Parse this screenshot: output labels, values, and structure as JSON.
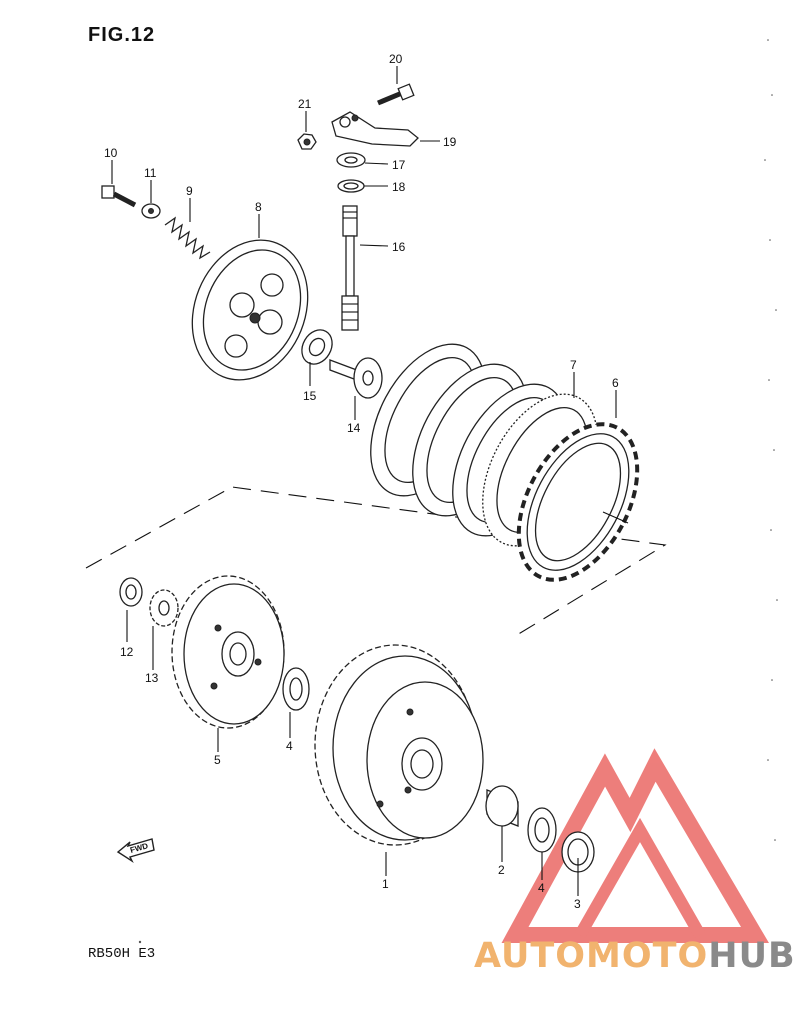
{
  "figure": {
    "title": "FIG.12",
    "model_code": "RB50H E3",
    "fwd_label": "FWD"
  },
  "watermark": {
    "brand_part1": "AUTOMOTO",
    "brand_part2": "HUB",
    "colors": {
      "triangle": "#e8534f",
      "part1": "#f1b36e",
      "part2": "#8a8a8a"
    }
  },
  "callouts": {
    "p1": "1",
    "p2": "2",
    "p3": "3",
    "p4a": "4",
    "p4b": "4",
    "p5": "5",
    "p6": "6",
    "p7": "7",
    "p8": "8",
    "p9": "9",
    "p10": "10",
    "p11": "11",
    "p12": "12",
    "p13": "13",
    "p14": "14",
    "p15": "15",
    "p16": "16",
    "p17": "17",
    "p18": "18",
    "p19": "19",
    "p20": "20",
    "p21": "21"
  }
}
